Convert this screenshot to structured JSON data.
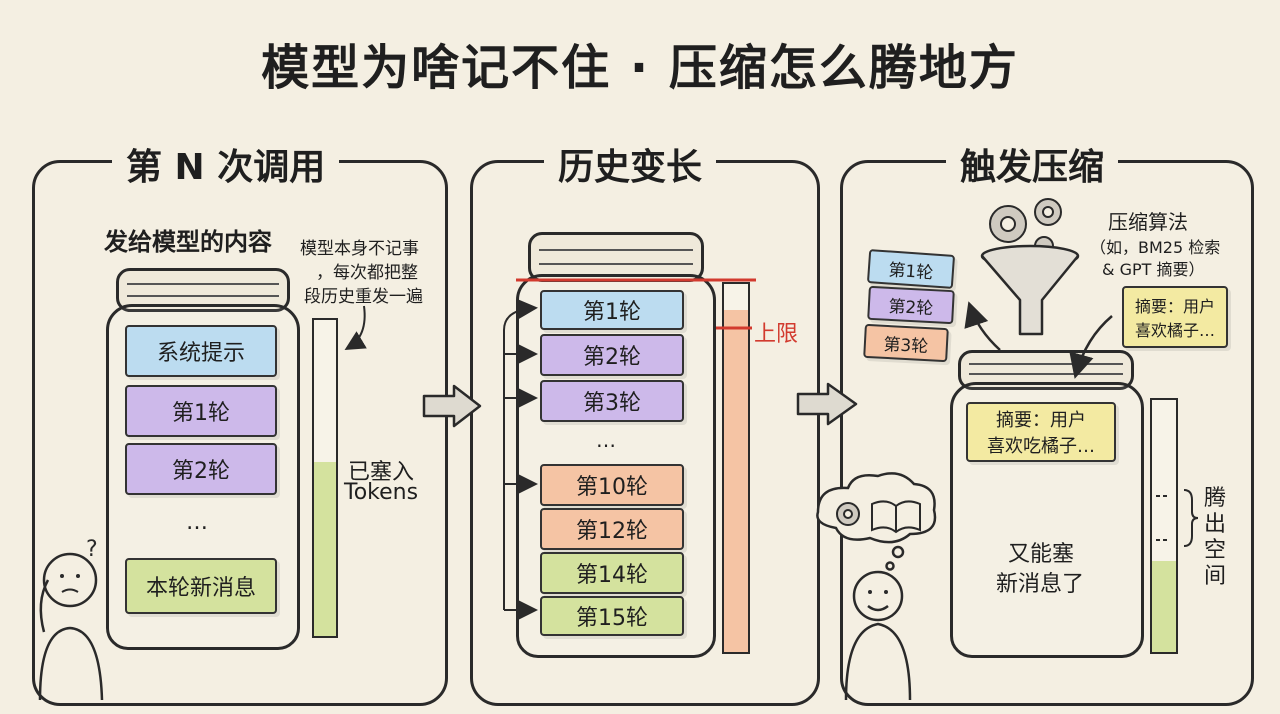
{
  "title": "模型为啥记不住 · 压缩怎么腾地方",
  "panels": [
    {
      "title": "第 N 次调用",
      "subtitle": "发给模型的内容",
      "note": [
        "模型本身不记事",
        "，每次都把整",
        "段历史重发一遍"
      ],
      "blocks": [
        "系统提示",
        "第1轮",
        "第2轮",
        "…",
        "本轮新消息"
      ],
      "meter_label": [
        "已塞入",
        "Tokens"
      ],
      "meter_fill": 0.55
    },
    {
      "title": "历史变长",
      "blocks": [
        "第1轮",
        "第2轮",
        "第3轮",
        "…",
        "第10轮",
        "第12轮",
        "第14轮",
        "第15轮"
      ],
      "limit_label": "上限",
      "meter_fill": 0.93
    },
    {
      "title": "触发压缩",
      "algo_label": [
        "压缩算法",
        "（如，BM25 检索",
        "& GPT 摘要）"
      ],
      "removed": [
        "第1轮",
        "第2轮",
        "第3轮"
      ],
      "summary_outside": [
        "摘要：用户",
        "喜欢橘子…"
      ],
      "summary_inside": [
        "摘要：用户",
        "喜欢吃橘子…"
      ],
      "room_text": [
        "又能塞",
        "新消息了"
      ],
      "space_label": [
        "腾",
        "出",
        "空",
        "间"
      ],
      "meter_fill": 0.36
    }
  ],
  "colors": {
    "background": "#f4efe2",
    "blue": "#bcdcf0",
    "purple": "#cdb9ea",
    "orange": "#f5c4a4",
    "green": "#d4e29e",
    "yellow": "#f3eaa2",
    "limit": "#d23a2e"
  }
}
